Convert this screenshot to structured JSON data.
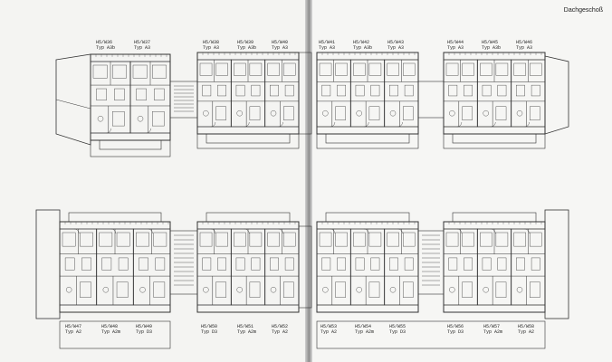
{
  "page_heading": "Dachgeschoß",
  "top_row_labels": [
    [
      "H5/W36",
      "Typ A3b"
    ],
    [
      "H5/W37",
      "Typ A3"
    ],
    [
      "H5/W38",
      "Typ A3"
    ],
    [
      "H5/W39",
      "Typ A3b"
    ],
    [
      "H5/W40",
      "Typ A3"
    ],
    [
      "H5/W41",
      "Typ A3"
    ],
    [
      "H5/W42",
      "Typ A3b"
    ],
    [
      "H5/W43",
      "Typ A3"
    ],
    [
      "H5/W44",
      "Typ A3"
    ],
    [
      "H5/W45",
      "Typ A3b"
    ],
    [
      "H5/W46",
      "Typ A3"
    ]
  ],
  "bottom_row_labels": [
    [
      "H5/W47",
      "Typ A2"
    ],
    [
      "H5/W48",
      "Typ A2m"
    ],
    [
      "H5/W49",
      "Typ D3"
    ],
    [
      "H5/W50",
      "Typ D3"
    ],
    [
      "H5/W51",
      "Typ A2m"
    ],
    [
      "H5/W52",
      "Typ A2"
    ],
    [
      "H5/W53",
      "Typ A2"
    ],
    [
      "H5/W54",
      "Typ A2m"
    ],
    [
      "H5/W55",
      "Typ D3"
    ],
    [
      "H5/W56",
      "Typ D3"
    ],
    [
      "H5/W57",
      "Typ A2m"
    ],
    [
      "H5/W58",
      "Typ A2"
    ]
  ]
}
